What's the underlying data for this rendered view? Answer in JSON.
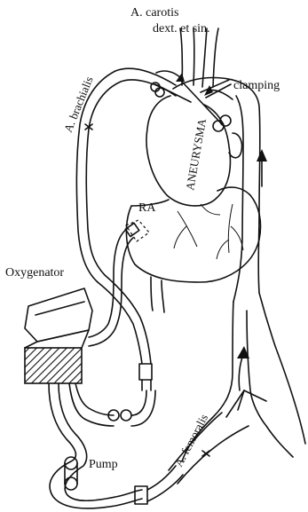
{
  "labels": {
    "carotis_line1": "A. carotis",
    "carotis_line2": "dext. et sin.",
    "clamping": "clamping",
    "brachialis": "A. brachialis",
    "aneurysma": "ANEURYSMA",
    "ra": "RA",
    "oxygenator": "Oxygenator",
    "pump": "Pump",
    "femoralis": "A. femoralis"
  },
  "colors": {
    "ink": "#111111",
    "hatch": "#111111",
    "background": "#ffffff"
  }
}
